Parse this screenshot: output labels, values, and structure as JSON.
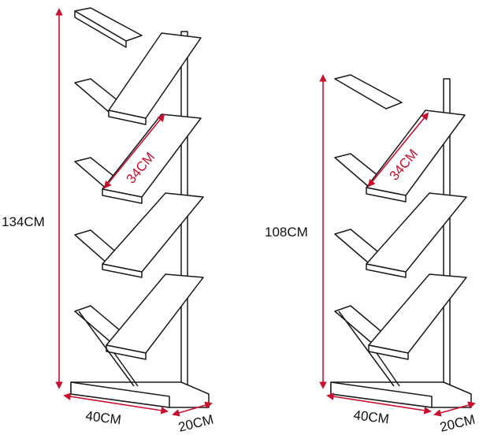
{
  "left_shelf": {
    "height_label": "134CM",
    "width_label": "40CM",
    "depth_label": "20CM",
    "board_label": "34CM"
  },
  "right_shelf": {
    "height_label": "108CM",
    "width_label": "40CM",
    "depth_label": "20CM",
    "board_label": "34CM"
  },
  "colors": {
    "dimension_line": "#c8102e",
    "outline": "#1a1a1a"
  }
}
